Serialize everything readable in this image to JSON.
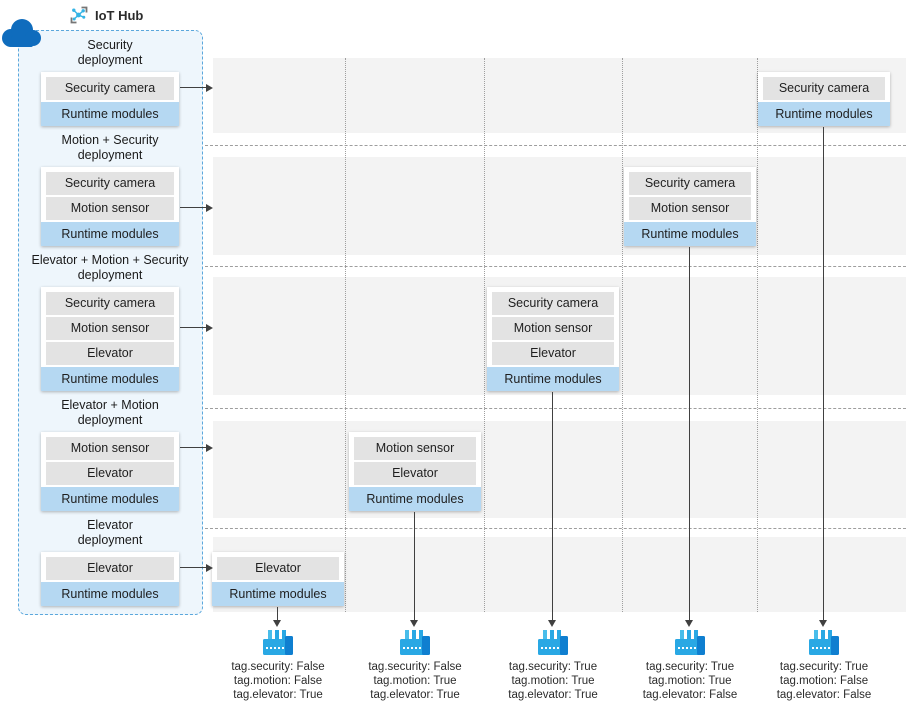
{
  "iot_hub": {
    "title": "IoT Hub",
    "deployments": [
      {
        "title_line1": "Security",
        "title_line2": "deployment",
        "modules": [
          "Security camera"
        ],
        "runtime": "Runtime modules"
      },
      {
        "title_line1": "Motion + Security",
        "title_line2": "deployment",
        "modules": [
          "Security camera",
          "Motion sensor"
        ],
        "runtime": "Runtime modules"
      },
      {
        "title_line1": "Elevator + Motion + Security",
        "title_line2": "deployment",
        "modules": [
          "Security camera",
          "Motion sensor",
          "Elevator"
        ],
        "runtime": "Runtime modules"
      },
      {
        "title_line1": "Elevator + Motion",
        "title_line2": "deployment",
        "modules": [
          "Motion sensor",
          "Elevator"
        ],
        "runtime": "Runtime modules"
      },
      {
        "title_line1": "Elevator",
        "title_line2": "deployment",
        "modules": [
          "Elevator"
        ],
        "runtime": "Runtime modules"
      }
    ]
  },
  "edge_stacks": [
    {
      "row": 0,
      "column": 4,
      "modules": [
        "Security camera"
      ],
      "runtime": "Runtime modules"
    },
    {
      "row": 1,
      "column": 3,
      "modules": [
        "Security camera",
        "Motion sensor"
      ],
      "runtime": "Runtime modules"
    },
    {
      "row": 2,
      "column": 2,
      "modules": [
        "Security camera",
        "Motion sensor",
        "Elevator"
      ],
      "runtime": "Runtime modules"
    },
    {
      "row": 3,
      "column": 1,
      "modules": [
        "Motion sensor",
        "Elevator"
      ],
      "runtime": "Runtime modules"
    },
    {
      "row": 4,
      "column": 0,
      "modules": [
        "Elevator"
      ],
      "runtime": "Runtime modules"
    }
  ],
  "devices": [
    {
      "tags": [
        "tag.security: False",
        "tag.motion: False",
        "tag.elevator: True"
      ]
    },
    {
      "tags": [
        "tag.security: False",
        "tag.motion: True",
        "tag.elevator: True"
      ]
    },
    {
      "tags": [
        "tag.security: True",
        "tag.motion: True",
        "tag.elevator: True"
      ]
    },
    {
      "tags": [
        "tag.security: True",
        "tag.motion: True",
        "tag.elevator: False"
      ]
    },
    {
      "tags": [
        "tag.security: True",
        "tag.motion: False",
        "tag.elevator: False"
      ]
    }
  ],
  "colors": {
    "runtime_module_fill": "#b5d8f2",
    "module_fill": "#e3e3e3",
    "row_background": "#f3f3f3",
    "panel_background": "#eef6fc",
    "panel_border": "#5aa7dc",
    "cloud_blue": "#0f6cbd",
    "iot_icon_cyan": "#35b4e5",
    "factory_blue": "#29a8e4",
    "arrow": "#404040"
  }
}
